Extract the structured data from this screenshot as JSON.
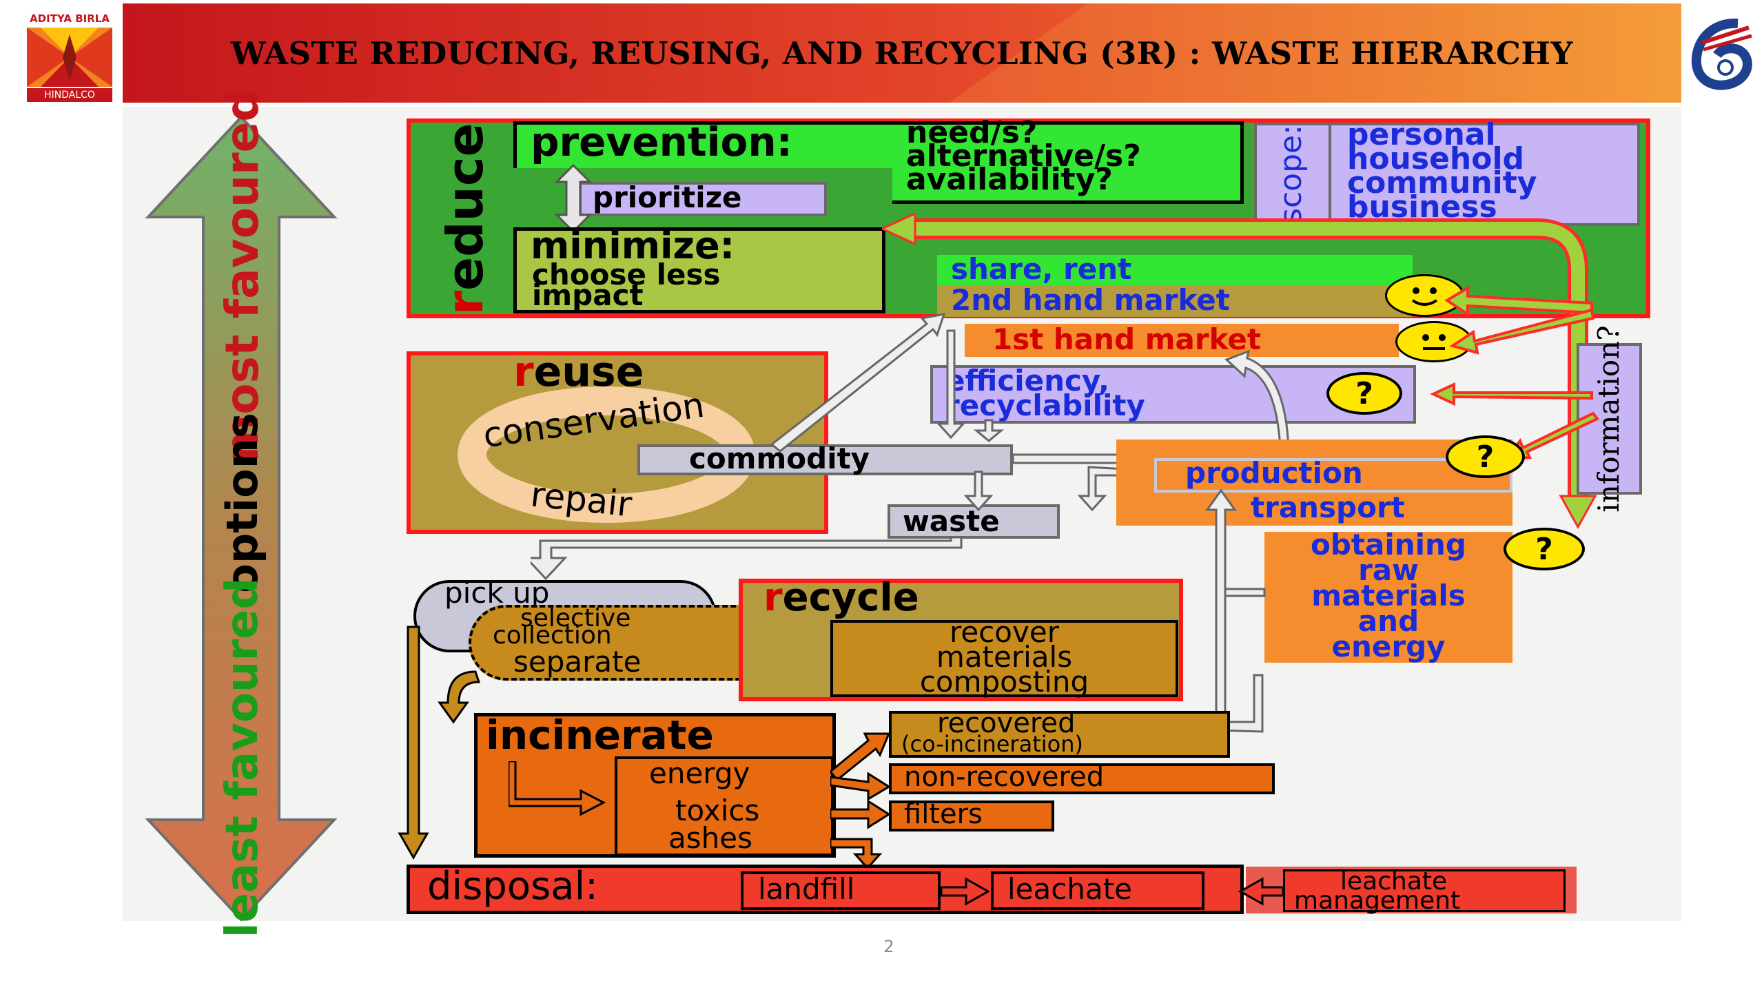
{
  "header": {
    "title": "WASTE REDUCING, REUSING, AND RECYCLING (3R) : WASTE  HIERARCHY",
    "logo_left_top": "ADITYA BIRLA",
    "logo_left_bottom": "HINDALCO",
    "colors": {
      "band_start": "#c4161c",
      "band_end": "#f7a63a"
    }
  },
  "scale": {
    "top": "most favoured",
    "middle": "options",
    "bottom": "least favoured"
  },
  "reduce": {
    "label_initial": "r",
    "label_rest": "educe",
    "prevention": "prevention:",
    "questions": [
      "need/s?",
      "alternative/s?",
      "availability?"
    ],
    "prioritize": "prioritize",
    "minimize": "minimize:",
    "minimize_sub": [
      "choose less",
      "impact"
    ],
    "scope": "scope:",
    "scope_items": [
      "personal",
      "household",
      "community",
      "business"
    ]
  },
  "markets": {
    "share_rent": "share, rent",
    "second_hand": "2nd hand market",
    "first_hand": "1st hand market",
    "efficiency": [
      "efficiency,",
      "recyclability"
    ]
  },
  "information": "information?",
  "reuse": {
    "initial": "r",
    "rest": "euse",
    "cycle_top": "conservation",
    "cycle_bottom": "repair"
  },
  "commodity": "commodity",
  "waste": "waste",
  "production": {
    "production": "production",
    "transport": "transport",
    "raw": [
      "obtaining",
      "raw",
      "materials",
      "and",
      "energy"
    ]
  },
  "question_mark": "?",
  "collection": {
    "pick_up": "pick up",
    "selective": [
      "selective",
      "collection"
    ],
    "separate": "separate"
  },
  "recycle": {
    "initial": "r",
    "rest": "ecycle",
    "items": [
      "recover",
      "materials",
      "composting"
    ]
  },
  "incinerate": {
    "label": "incinerate",
    "items": [
      "energy",
      "toxics",
      "ashes"
    ],
    "recovered": [
      "recovered",
      "(co-incineration)"
    ],
    "non_recovered": "non-recovered",
    "filters": "filters"
  },
  "disposal": {
    "label": "disposal:",
    "landfill": "landfill",
    "leachate": "leachate",
    "leachate_mgmt": [
      "leachate",
      "management"
    ]
  },
  "page_number": "2"
}
